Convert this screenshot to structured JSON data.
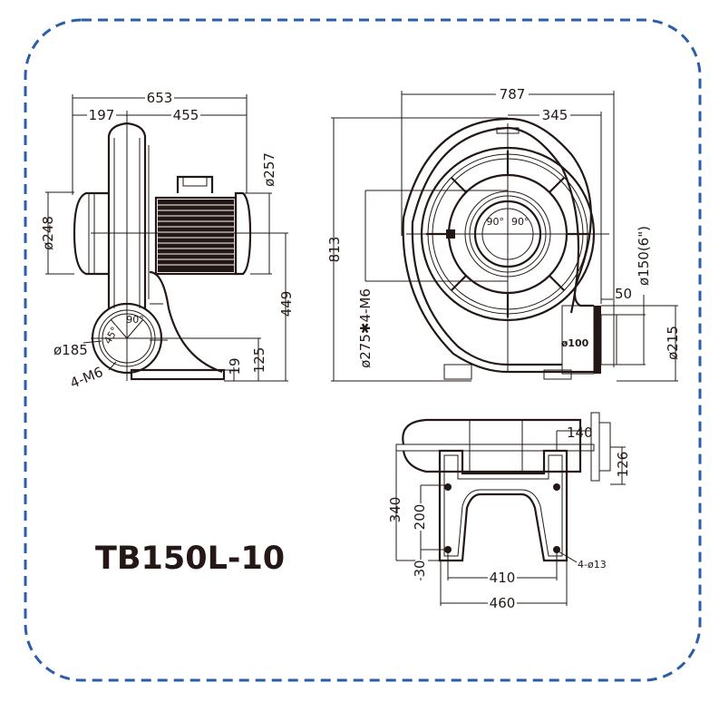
{
  "colors": {
    "border": "#2a5ea8",
    "ink": "#231815"
  },
  "model": "TB150L-10",
  "side_view": {
    "overall_length": "653",
    "inlet_depth": "197",
    "motor_length": "455",
    "motor_diameter": "ø257",
    "inlet_diameter": "ø248",
    "axis_height": "449",
    "outlet_height": "125",
    "base_thickness": "19",
    "outlet_diameter": "ø185",
    "outlet_bolts": "4-M6",
    "angle_a": "90°",
    "angle_b": "45°"
  },
  "front_view": {
    "overall_width": "787",
    "outlet_offset": "345",
    "overall_height": "813",
    "mount_circle": "ø275✱4-M6",
    "flange_offset": "50",
    "outlet_pipe": "ø150(6\")",
    "flange_diameter": "ø215",
    "outlet_mark": "ø100",
    "angle_left": "90°",
    "angle_right": "90°"
  },
  "bottom_view": {
    "flange_offset": "140",
    "flange_height": "126",
    "base_depth": "340",
    "hole_spacing_y": "200",
    "hole_edge": "30",
    "hole_spacing_x": "410",
    "base_width": "460",
    "holes": "4-ø13"
  }
}
